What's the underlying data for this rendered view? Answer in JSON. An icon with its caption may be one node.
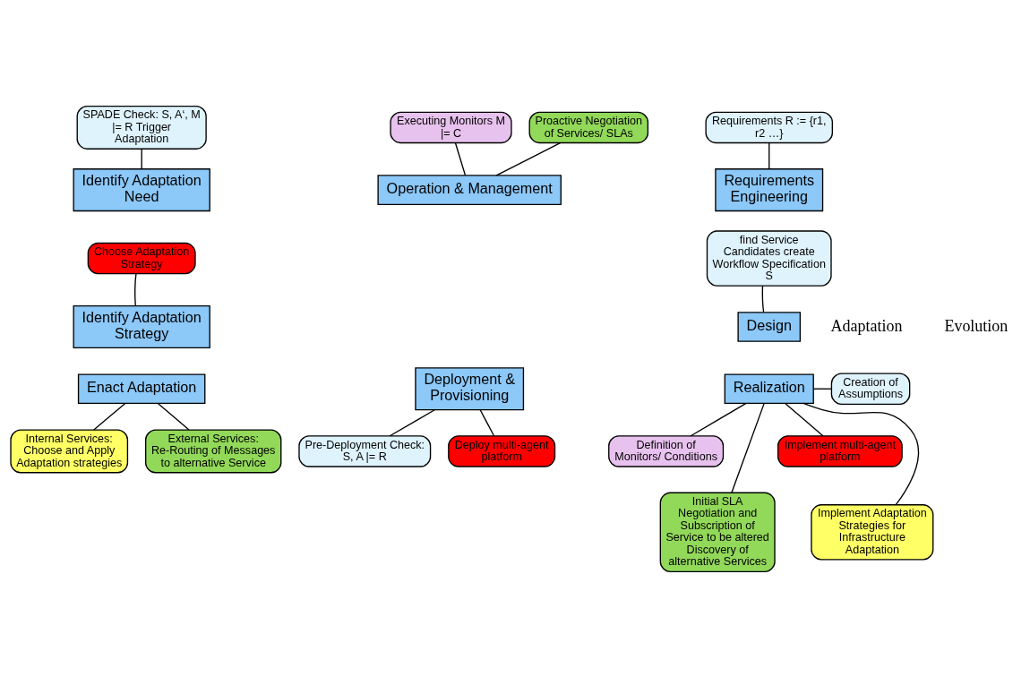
{
  "diagram": {
    "nodes": [
      {
        "text": [
          "Identify Adaptation Need"
        ]
      },
      {
        "text": [
          "Operation & Management"
        ]
      },
      {
        "text": [
          "Requirements Engineering"
        ]
      },
      {
        "text": [
          "Design"
        ]
      },
      {
        "text": [
          "Realization"
        ]
      },
      {
        "text": [
          "Deployment & Provisioning"
        ]
      },
      {
        "text": [
          "Enact Adaptation"
        ]
      },
      {
        "text": [
          "Identify Adaptation Strategy"
        ]
      },
      {
        "text": [
          "SPADE Check: S, A‘, M |= R Trigger Adaptation"
        ]
      },
      {
        "text": [
          "Executing Monitors M |= C"
        ]
      },
      {
        "text": [
          "Proactive Negotiation of Services/ SLAs"
        ]
      },
      {
        "text": [
          "Requirements R := {r1, r2 …}"
        ]
      },
      {
        "text": [
          "find Service Candidates create Workflow Specification S"
        ]
      },
      {
        "text": [
          "Creation of Assumptions"
        ]
      },
      {
        "text": [
          "Definition of Monitors/ Conditions"
        ]
      },
      {
        "text": [
          "Implement multi-agent platform"
        ]
      },
      {
        "text": [
          "Implement Adaptation Strategies for Infrastructure Adaptation"
        ]
      },
      {
        "text": [
          "Initial SLA Negotiation and Subscription of Service to be altered",
          "Discovery of alternative Services"
        ]
      },
      {
        "text": [
          "Pre-Deployment Check: S, A |= R"
        ]
      },
      {
        "text": [
          "Deploy multi-agent platform"
        ]
      },
      {
        "text": [
          "Choose Adaptation Strategy"
        ]
      },
      {
        "text": [
          "Internal Services: Choose and Apply Adaptation strategies"
        ]
      },
      {
        "text": [
          "External Services: Re-Routing of Messages to alternative Service"
        ]
      }
    ],
    "edges": [
      {
        "from": 8,
        "to": 0,
        "arrow": "none"
      },
      {
        "from": 9,
        "to": 1,
        "arrow": "none"
      },
      {
        "from": 10,
        "to": 1,
        "arrow": "none"
      },
      {
        "from": 11,
        "to": 2,
        "arrow": "none"
      },
      {
        "from": 12,
        "to": 3,
        "arrow": "none"
      },
      {
        "from": 20,
        "to": 7,
        "arrow": "none"
      },
      {
        "from": 4,
        "to": 13,
        "arrow": "none"
      },
      {
        "from": 4,
        "to": 14,
        "arrow": "none"
      },
      {
        "from": 4,
        "to": 15,
        "arrow": "none"
      },
      {
        "from": 4,
        "to": 16,
        "arrow": "none"
      },
      {
        "from": 4,
        "to": 17,
        "arrow": "none"
      },
      {
        "from": 5,
        "to": 18,
        "arrow": "none"
      },
      {
        "from": 5,
        "to": 19,
        "arrow": "none"
      },
      {
        "from": 6,
        "to": 21,
        "arrow": "none"
      },
      {
        "from": 6,
        "to": 22,
        "arrow": "none"
      }
    ],
    "labels": [
      "Adaptation",
      "Evolution"
    ]
  }
}
